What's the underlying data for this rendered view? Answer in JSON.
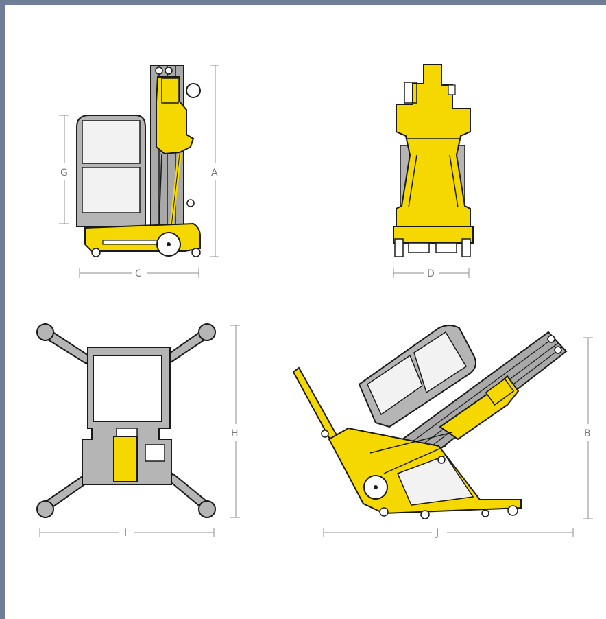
{
  "dimensions": {
    "A": "A",
    "B": "B",
    "C": "C",
    "D": "D",
    "G": "G",
    "H": "H",
    "I": "I",
    "J": "J"
  },
  "colors": {
    "background_frame": "#6f7d98",
    "machine_yellow": "#f5d800",
    "machine_outline": "#1a1a1a",
    "mast_grey": "#a9a9a9",
    "platform_grey": "#b5b5b5",
    "dimension_line": "#8c8c8c"
  }
}
